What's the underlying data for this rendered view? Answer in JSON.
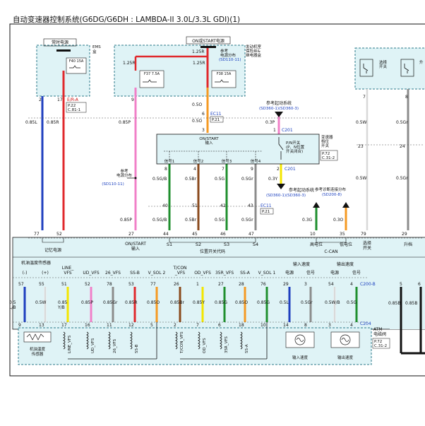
{
  "title": "自动变速器控制系统(G6DG/G6DH : LAMBDA-II 3.0L/3.3L GDI)(1)",
  "top": {
    "always_power": "常时电源",
    "ems_box": "EMS\n盒",
    "on_start_power": "ON或START电源",
    "engine_room_box": "发动机室\n保险丝&\n继电器盒",
    "ref_power_dist": "参考\n电源分布",
    "ref_power_dist_code": "(SD110-11)",
    "fuse_f40": "F40 15A",
    "fuse_f37": "F37 7.5A",
    "fuse_f38": "F38 15A",
    "label_125r_a": "1.25R",
    "label_125r_b": "1.25R",
    "label_125r_c": "1.25R",
    "ref_start_sys": "参考起动系统",
    "ref_start_sys_code": "(SD360-1)(SD360-3)",
    "select_switch": "选择\n开关",
    "up_switch": "升"
  },
  "connectors": {
    "era": "E/R-A",
    "era_ref": "P.22\nC.81-1",
    "ec11": "EC11",
    "ec11_ref": "P.21",
    "c201": "C201",
    "c201_b": "C201",
    "ec11_b": "EC11",
    "ec11_b_ref": "P.21",
    "c200b": "C200-B",
    "c204": "C204",
    "c201_ref": "P.72\nC.31-2"
  },
  "wires_upper": [
    {
      "pin": "2",
      "label": "0.85L"
    },
    {
      "pin": "17",
      "label": "0.85R"
    },
    {
      "pin": "9",
      "label": "0.85P"
    },
    {
      "pin": "6",
      "label": "0.5O"
    },
    {
      "pin": "3",
      "label": "0.5O"
    },
    {
      "pin": "1",
      "label": "0.3P"
    },
    {
      "pin": "7",
      "label": "0.5W"
    },
    {
      "pin": "8",
      "label": "0.5Gr"
    }
  ],
  "inhibitor": {
    "box": "ON/START\n输入",
    "title": "变速器\n档位\n开关",
    "pn_switch": "P/N开关\n(P、N位置\n开关闭合)",
    "ref": "P.72\nC.31-2",
    "signals": [
      "信号1",
      "信号2",
      "信号3",
      "信号4"
    ],
    "pins_top": [
      "8",
      "4",
      "7",
      "9"
    ],
    "pins_23": "23",
    "pins_24": "24",
    "pin_2": "2"
  },
  "wires_mid": [
    {
      "label": "0.5G/B",
      "pin": "40",
      "pin2": "44",
      "label2": "0.5G/B"
    },
    {
      "label": "0.5Br",
      "pin": "51",
      "pin2": "45",
      "label2": "0.5Br"
    },
    {
      "label": "0.5G",
      "pin": "42",
      "pin2": "46",
      "label2": "0.5G"
    },
    {
      "label": "0.5Gr",
      "pin": "43",
      "pin2": "47",
      "label2": "0.5Gr"
    }
  ],
  "mid": {
    "ref_power": "参考\n电源分布",
    "ref_power_code": "(SD110-11)",
    "wire_03y": "0.3Y",
    "ref_start": "参考起动系统",
    "ref_start_code": "(SD360-1)(SD360-3)",
    "ref_diag": "参考诊断连接分布",
    "ref_diag_code": "(SD200-8)",
    "wire_85p": "0.85P",
    "wire_03g": "0.3G",
    "wire_03o": "0.3O",
    "wire_05w": "0.5W",
    "wire_05gr": "0.5Gr"
  },
  "tcm_pins": {
    "p77": "77",
    "p52": "52",
    "p27": "27",
    "p44": "44",
    "p45": "45",
    "p46": "46",
    "p47": "47",
    "p10": "10",
    "p35": "35",
    "p79": "79",
    "p29": "29"
  },
  "tcm_labels": {
    "memory_power": "记忆电源",
    "on_start_in": "ON/START\n输入",
    "s1": "S1",
    "s2": "S2",
    "s3": "S3",
    "s4": "S4",
    "pos_code": "位置开关代码",
    "high": "高电位",
    "low": "低电位",
    "ccan": "C-CAN",
    "select_sw": "选择\n开关",
    "up": "升档"
  },
  "lower_headers": {
    "oil_temp": "机油温度传感器",
    "minus": "(-)",
    "plus": "(+)",
    "line_vfs": "LINE_\nVFS",
    "ud_vfs": "UD_VFS",
    "26_vfs": "26_VFS",
    "ssb": "SS-B",
    "v_sol2": "V_SOL 2",
    "tcon_vfs": "T/CON\n_VFS",
    "od_vfs": "OD_VFS",
    "35r_vfs": "35R_VFS",
    "ssa": "SS-A",
    "v_sol1": "V_SOL 1",
    "input_speed": "输入速度",
    "output_speed": "输出速度",
    "power_a": "电源",
    "signal_a": "信号",
    "power_b": "电源",
    "signal_b": "信号"
  },
  "lower_pins_top": [
    "57",
    "55",
    "51",
    "52",
    "78",
    "53",
    "77",
    "26",
    "1",
    "27",
    "28",
    "76",
    "29",
    "3",
    "54",
    "4"
  ],
  "lower_wires": [
    "0.5\nL/B",
    "0.5W",
    "0.85\nY/B",
    "0.85P",
    "0.85Gr",
    "0.85R",
    "0.85O",
    "0.85Br",
    "0.85Y",
    "0.85G",
    "0.85O",
    "0.85G",
    "0.5L",
    "0.5Gr",
    "0.5W/B",
    "0.5G"
  ],
  "lower_pins_bot": [
    "9",
    "13",
    "17",
    "16",
    "11",
    "12",
    "5",
    "2",
    "7",
    "6",
    "18",
    "10",
    "14",
    "8",
    "3",
    "4"
  ],
  "right_extra": {
    "pin5": "5",
    "pin6": "6",
    "w085b": "0.85B",
    "w085b2": "0.85B"
  },
  "sensors": {
    "oil_sensor": "机油温度\n传感器",
    "line_vfs": "LINE_VFS",
    "ud_vfs": "UD_VFS",
    "26_vfs": "26_VFS",
    "ssb": "SS-B",
    "tcon_vfs": "T/CON_VFS",
    "od_vfs": "OD_VFS",
    "35r_vfs": "35R_VFS",
    "ssa": "SS-A",
    "input_speed": "输入速度",
    "output_speed": "输出速度",
    "atm": "ATM\n电磁阀",
    "atm_ref": "P.72\nC.31-2"
  },
  "colors": {
    "blue": "#1f3fbf",
    "red": "#e0282c",
    "pink": "#f080c8",
    "orange": "#f59a23",
    "yellow": "#f3e600",
    "green": "#1f8f2e",
    "brown": "#8a4a1c",
    "gray": "#8c8c8c",
    "black": "#111111",
    "box_fill": "#dff3f6"
  }
}
